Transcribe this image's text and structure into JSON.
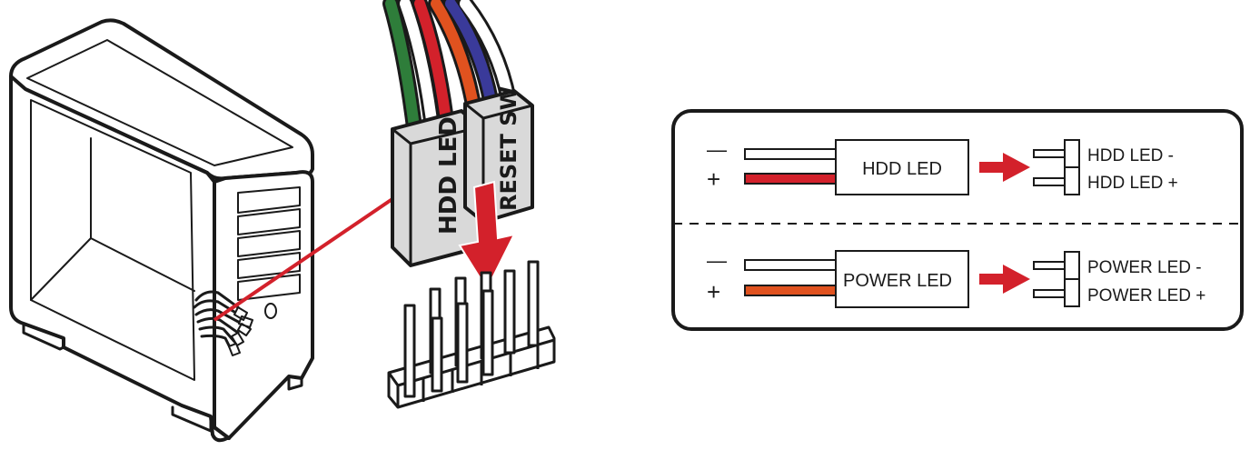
{
  "illustration": {
    "connector_labels": [
      "HDD LED",
      "RESET SW"
    ]
  },
  "legend": {
    "rows": [
      {
        "minus_symbol": "—",
        "plus_symbol": "+",
        "box_label": "HDD LED",
        "pin_minus": "HDD LED -",
        "pin_plus": "HDD LED +",
        "wire_color": "#d3212b"
      },
      {
        "minus_symbol": "—",
        "plus_symbol": "+",
        "box_label": "POWER LED",
        "pin_minus": "POWER LED -",
        "pin_plus": "POWER LED +",
        "wire_color": "#e0521f"
      }
    ]
  },
  "colors": {
    "accent_red": "#d3212b",
    "connector_gray": "#d9d9d9",
    "outline": "#1a1a1a",
    "wire_green": "#2e7d3a",
    "wire_red": "#d3212b",
    "wire_orange": "#e0521f",
    "wire_blue": "#3a3a9a"
  }
}
